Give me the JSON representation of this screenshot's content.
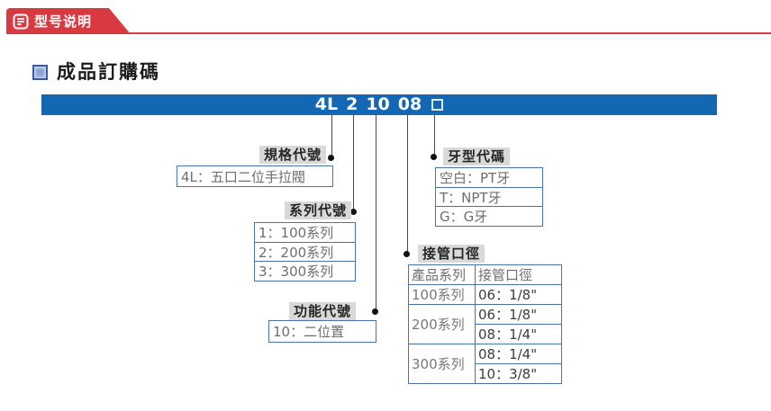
{
  "header": {
    "icon": "document-lines-icon",
    "title": "型号说明"
  },
  "section": {
    "bullet_icon": "blue-square-bullet",
    "title": "成品訂購碼"
  },
  "code_banner": {
    "parts": [
      "4L",
      "2",
      "10",
      "08"
    ],
    "blank_symbol": "□"
  },
  "callouts": {
    "spec": {
      "label": "規格代號",
      "rows": [
        "4L：五口二位手拉閥"
      ]
    },
    "series": {
      "label": "系列代號",
      "rows": [
        "1：100系列",
        "2：200系列",
        "3：300系列"
      ]
    },
    "function": {
      "label": "功能代號",
      "rows": [
        "10：二位置"
      ]
    },
    "thread": {
      "label": "牙型代碼",
      "rows": [
        "空白：PT牙",
        "T：NPT牙",
        "G：G牙"
      ]
    },
    "port": {
      "label": "接管口徑",
      "headers": [
        "產品系列",
        "接管口徑"
      ],
      "groups": [
        {
          "series": "100系列",
          "ports": [
            "06：1/8\""
          ]
        },
        {
          "series": "200系列",
          "ports": [
            "06：1/8\"",
            "08：1/4\""
          ]
        },
        {
          "series": "300系列",
          "ports": [
            "08：1/4\"",
            "10：3/8\""
          ]
        }
      ]
    }
  },
  "colors": {
    "header_red": "#d93a41",
    "banner_blue": "#1467b2",
    "box_border_blue": "#4a72ad",
    "label_gray_bg": "#d9d9d9"
  }
}
